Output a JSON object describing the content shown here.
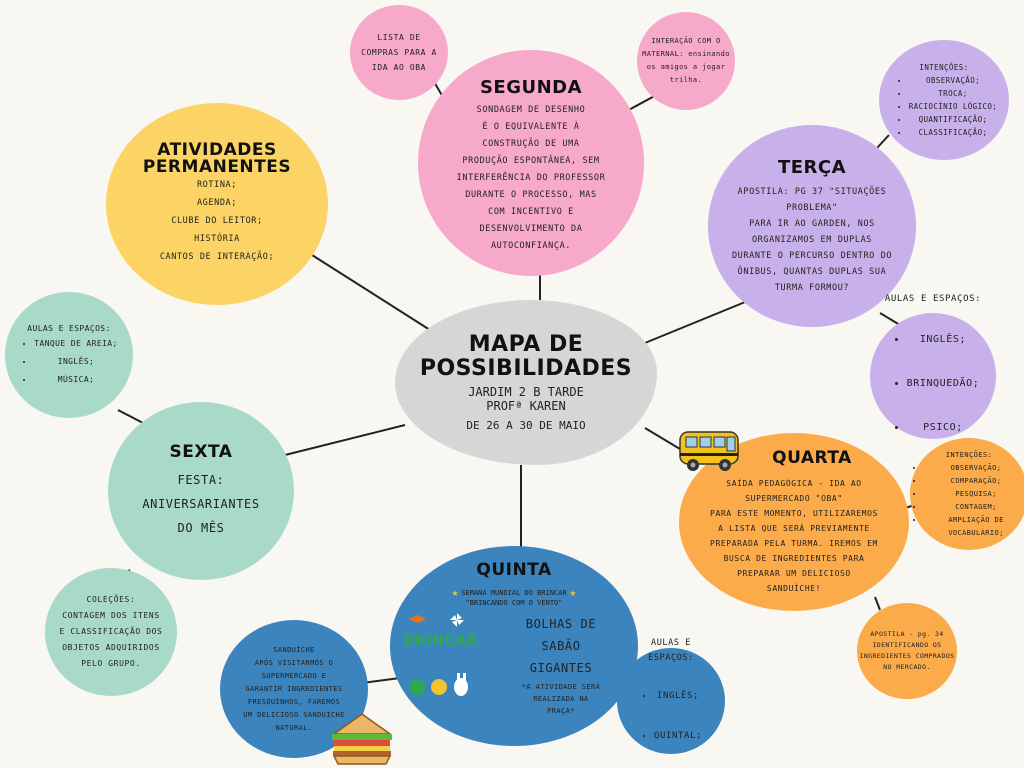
{
  "center": {
    "title_line1": "MAPA DE",
    "title_line2": "POSSIBILIDADES",
    "sub1": "JARDIM 2 B TARDE",
    "sub2": "PROFª KAREN",
    "sub3": "DE 26 A 30 DE MAIO",
    "color": "#d6d6d6"
  },
  "segunda": {
    "title": "SEGUNDA",
    "text": "SONDAGEM DE DESENHO\nÉ O EQUIVALENTE À\nCONSTRUÇÃO DE UMA\nPRODUÇÃO ESPONTÂNEA, SEM\nINTERFERÊNCIA DO PROFESSOR\nDURANTE O PROCESSO, MAS\nCOM INCENTIVO E\nDESENVOLVIMENTO DA\nAUTOCONFIANÇA.",
    "color": "#f7a9c9"
  },
  "lista": {
    "text": "LISTA DE\nCOMPRAS PARA A\nIDA AO OBA",
    "color": "#f7a9c9"
  },
  "interacao": {
    "text": "INTERAÇÃO COM O\nMATERNAL: ensinando\nos amigos a jogar\ntrilha.",
    "color": "#f7a9c9"
  },
  "atividades": {
    "title1": "ATIVIDADES",
    "title2": "PERMANENTES",
    "text": "ROTINA;\nAGENDA;\nCLUBE DO LEITOR;\nHISTÓRIA\nCANTOS DE INTERAÇÃO;",
    "color": "#fcd465"
  },
  "terca": {
    "title": "TERÇA",
    "text": "APOSTILA: PG 37 \"SITUAÇÕES\nPROBLEMA\"\nPARA IR AO GARDEN, NOS\nORGANIZAMOS EM DUPLAS\nDURANTE O PERCURSO DENTRO DO\nÔNIBUS, QUANTAS DUPLAS SUA\nTURMA FORMOU?",
    "color": "#c8b1ea"
  },
  "terca_intencoes": {
    "heading": "INTENÇÕES:",
    "items": [
      "OBSERVAÇÃO;",
      "TROCA;",
      "RACIOCÍNIO LÓGICO;",
      "QUANTIFICAÇÃO;",
      "CLASSIFICAÇÃO;"
    ]
  },
  "terca_aulas": {
    "heading": "AULAS E ESPAÇOS:",
    "items": [
      "INGLÊS;",
      "BRINQUEDÃO;",
      "PSICO;"
    ]
  },
  "sexta": {
    "title": "SEXTA",
    "text": "FESTA:\nANIVERSARIANTES\nDO MÊS",
    "color": "#a9d9c9"
  },
  "sexta_aulas": {
    "heading": "AULAS E ESPAÇOS:",
    "items": [
      "TANQUE DE AREIA;",
      "INGLÊS;",
      "MÚSICA;"
    ]
  },
  "colecoes": {
    "text": "COLEÇÕES:\nCONTAGEM DOS ITENS\nE CLASSIFICAÇÃO DOS\nOBJETOS ADQUIRIDOS\nPELO GRUPO."
  },
  "quarta": {
    "title": "QUARTA",
    "text": "SAÍDA PEDAGÓGICA - IDA AO\nSUPERMERCADO \"OBA\"\nPARA ESTE MOMENTO, UTILIZAREMOS\nA LISTA QUE SERÁ PREVIAMENTE\nPREPARADA PELA TURMA. IREMOS EM\nBUSCA DE INGREDIENTES PARA\nPREPARAR UM DELICIOSO\nSANDUÍCHE!",
    "color": "#fbab4a"
  },
  "quarta_intencoes": {
    "heading": "INTENÇÕES:",
    "items": [
      "OBSERVAÇÃO;",
      "COMPARAÇÃO;",
      "PESQUISA;",
      "CONTAGEM;",
      "AMPLIAÇÃO DE VOCABULÁRIO;"
    ]
  },
  "quarta_apostila": {
    "text": "APOSTILA - pg. 34\nIDENTIFICANDO OS\nINGREDIENTES COMPRADOS\nNO MERCADO."
  },
  "quinta": {
    "title": "QUINTA",
    "semana": "SEMANA MUNDIAL DO BRINCAR",
    "brincando": "\"BRINCANDO COM O VENTO\"",
    "bolhas": "BOLHAS DE\nSABÃO\nGIGANTES",
    "nota": "*A ATIVIDADE SERÁ\nREALIZADA NA\nPRAÇA*",
    "logo": "BRINCAR",
    "color": "#3b84bd"
  },
  "quinta_sanduiche": {
    "text": "SANDUÍCHE\nAPÓS VISITARMOS O\nSUPERMERCADO E\nGARANTIR INGREDIENTES\nFRESQUINHOS, FAREMOS\nUM DELICIOSO SANDUÍCHE\nNATURAL."
  },
  "quinta_aulas": {
    "heading": "AULAS E\nESPAÇOS:",
    "items": [
      "INGLÊS;",
      "QUINTAL;"
    ]
  }
}
